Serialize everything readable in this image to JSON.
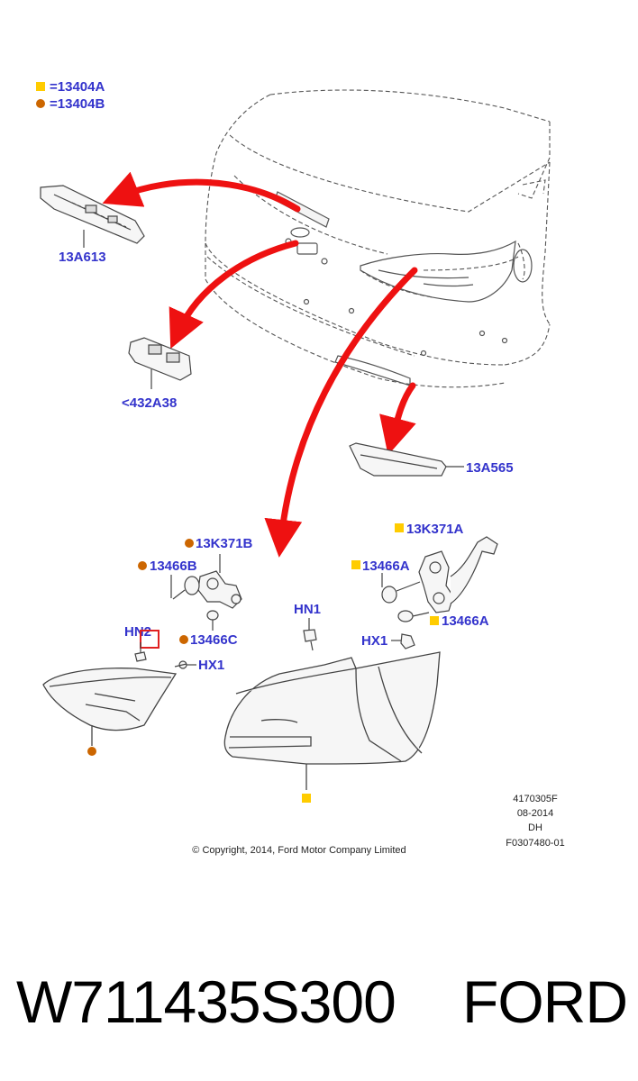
{
  "colors": {
    "label_text": "#3333cc",
    "arrow_red": "#ee1111",
    "square_marker": "#ffcc00",
    "circle_marker": "#cc6600",
    "outline": "#444444",
    "highlight_box": "#e02020"
  },
  "legend": {
    "square_code": "13404A",
    "circle_code": "13404B",
    "equals": "="
  },
  "callouts": {
    "c13A613": "13A613",
    "c432A38": "<432A38",
    "c13A565": "13A565",
    "c13K371B": "13K371B",
    "c13466B": "13466B",
    "c13466C": "13466C",
    "cHN2": "HN2",
    "cHX1_left": "HX1",
    "c13K371A": "13K371A",
    "c13466A_top": "13466A",
    "c13466A_bottom": "13466A",
    "cHN1": "HN1",
    "cHX1_right": "HX1"
  },
  "meta": {
    "line1": "4170305F",
    "line2": "08-2014",
    "line3": "DH",
    "line4": "F0307480-01",
    "copyright": "© Copyright, 2014, Ford Motor Company Limited"
  },
  "caption": {
    "part_number": "W711435S300",
    "brand": "FORD"
  }
}
